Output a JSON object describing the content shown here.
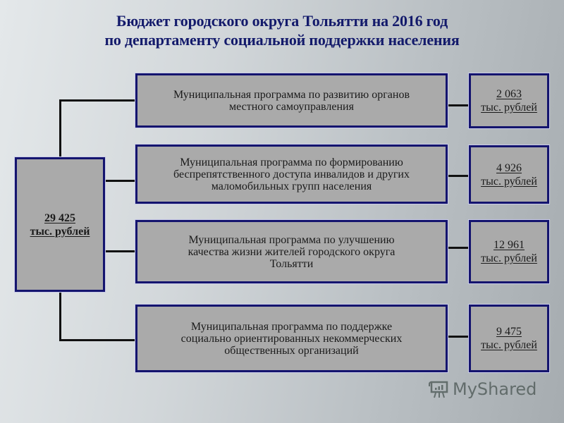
{
  "title": {
    "line1": "Бюджет городского округа Тольятти на 2016 год",
    "line2": "по департаменту социальной поддержки населения"
  },
  "total": {
    "amount": "29 425",
    "unit": "тыс. рублей"
  },
  "programs": [
    {
      "lines": [
        "Муниципальная программа по развитию органов",
        "местного самоуправления"
      ],
      "amount": "2 063",
      "unit": "тыс. рублей"
    },
    {
      "lines": [
        "Муниципальная программа по формированию",
        "беспрепятственного доступа инвалидов и других",
        "маломобильных групп населения"
      ],
      "amount": "4 926",
      "unit": "тыс. рублей"
    },
    {
      "lines": [
        "Муниципальная программа по улучшению",
        "качества жизни жителей городского округа",
        "Тольятти"
      ],
      "amount": "12 961",
      "unit": "тыс. рублей"
    },
    {
      "lines": [
        "Муниципальная программа по поддержке",
        "социально ориентированных некоммерческих",
        "общественных организаций"
      ],
      "amount": "9 475",
      "unit": "тыс. рублей"
    }
  ],
  "colors": {
    "title": "#131a6b",
    "box_fill": "#aaaaaa",
    "box_border": "#14146e",
    "connector": "#111111"
  },
  "watermark": {
    "text": "MyShared",
    "icon": "presentation-board-icon"
  }
}
